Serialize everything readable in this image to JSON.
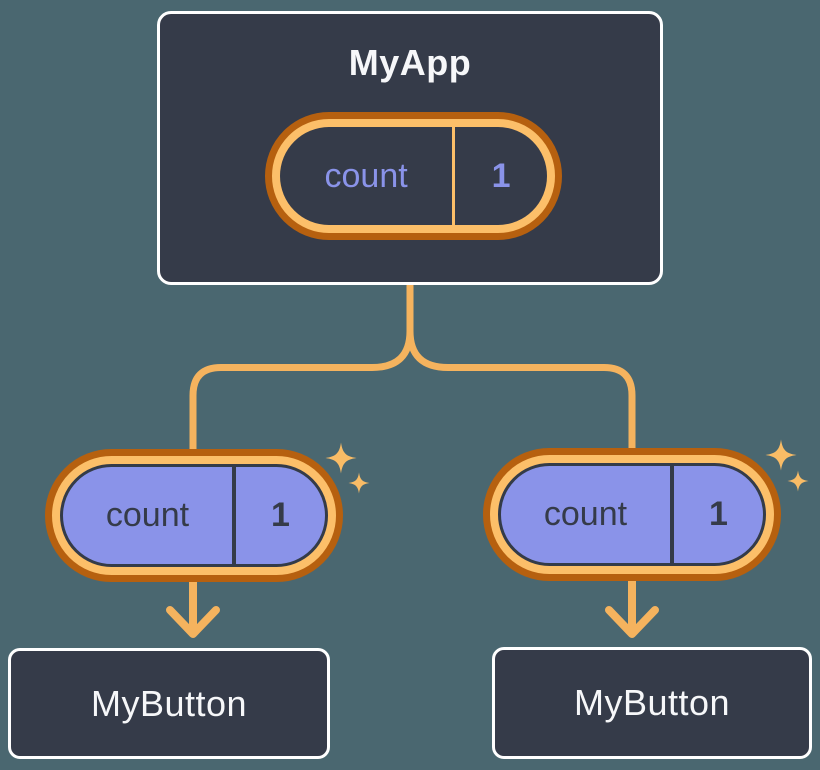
{
  "diagram": {
    "root": {
      "title": "MyApp",
      "state_pill": {
        "label": "count",
        "value": "1"
      }
    },
    "children": [
      {
        "title": "MyButton",
        "prop_pill": {
          "label": "count",
          "value": "1"
        }
      },
      {
        "title": "MyButton",
        "prop_pill": {
          "label": "count",
          "value": "1"
        }
      }
    ]
  },
  "icons": {
    "sparkle": "sparkle-icon",
    "arrow": "arrow-down-icon"
  },
  "colors": {
    "background": "#4A6770",
    "node_fill": "#353B49",
    "node_border": "#FFFFFF",
    "node_text": "#F6F7F9",
    "pill_ring_light": "#FCBF69",
    "pill_ring_dark": "#B6600F",
    "pill_fill_purple": "#8A93E9",
    "state_text_purple": "#8A93E9",
    "prop_text_dark": "#353B49",
    "connector_orange": "#F5B35E",
    "sparkle_orange": "#F9BC66"
  }
}
